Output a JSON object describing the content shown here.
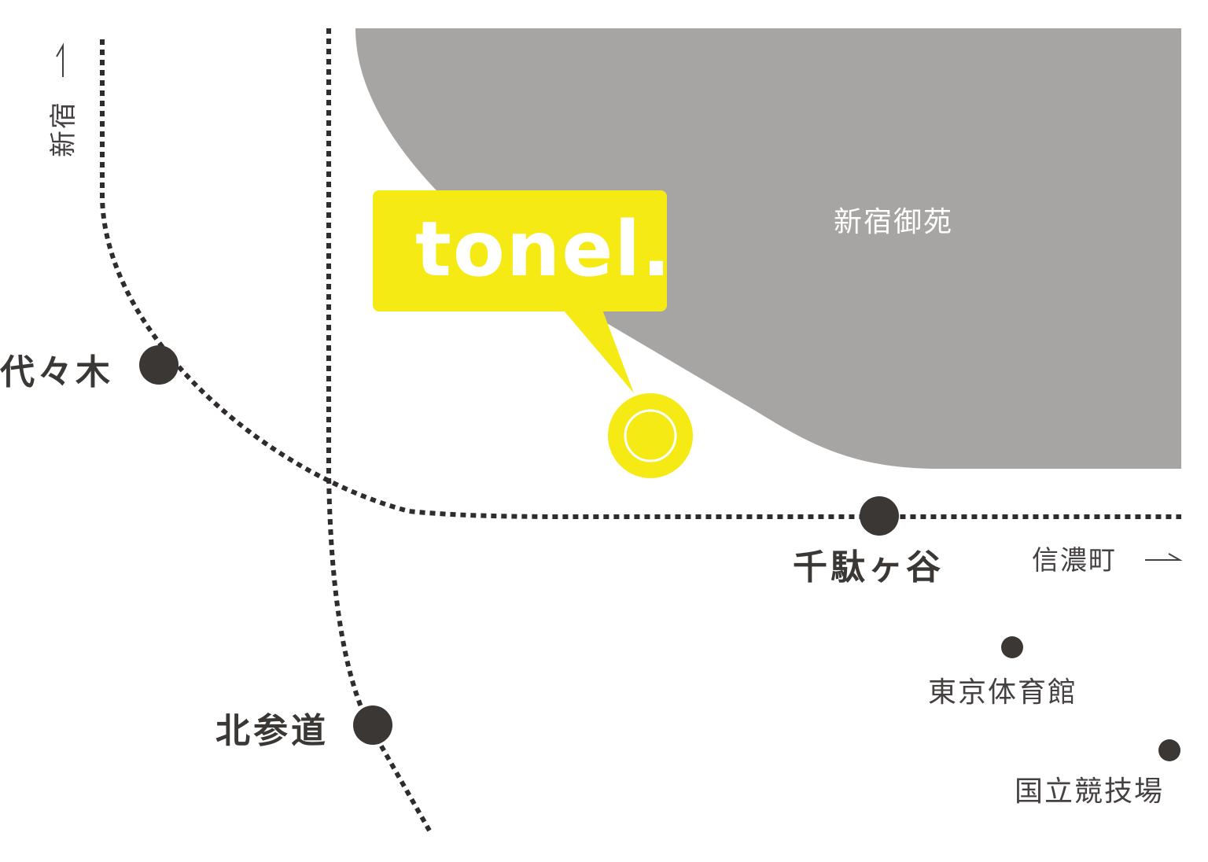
{
  "colors": {
    "park": "#a6a5a3",
    "accent": "#f6ea14",
    "line": "#2f2c2b",
    "station": "#3a3735"
  },
  "park": {
    "label": "新宿御苑"
  },
  "logo": {
    "text": "tonel."
  },
  "stations": {
    "yoyogi": "代々木",
    "sendagaya": "千駄ヶ谷",
    "kitasando": "北参道"
  },
  "landmarks": {
    "tokyo_gym": "東京体育館",
    "national_stadium": "国立競技場"
  },
  "directions": {
    "shinjuku": "新宿",
    "shinanomachi": "信濃町"
  },
  "icons": {
    "pin": "location-ring-icon",
    "arrow": "direction-arrow-icon"
  }
}
